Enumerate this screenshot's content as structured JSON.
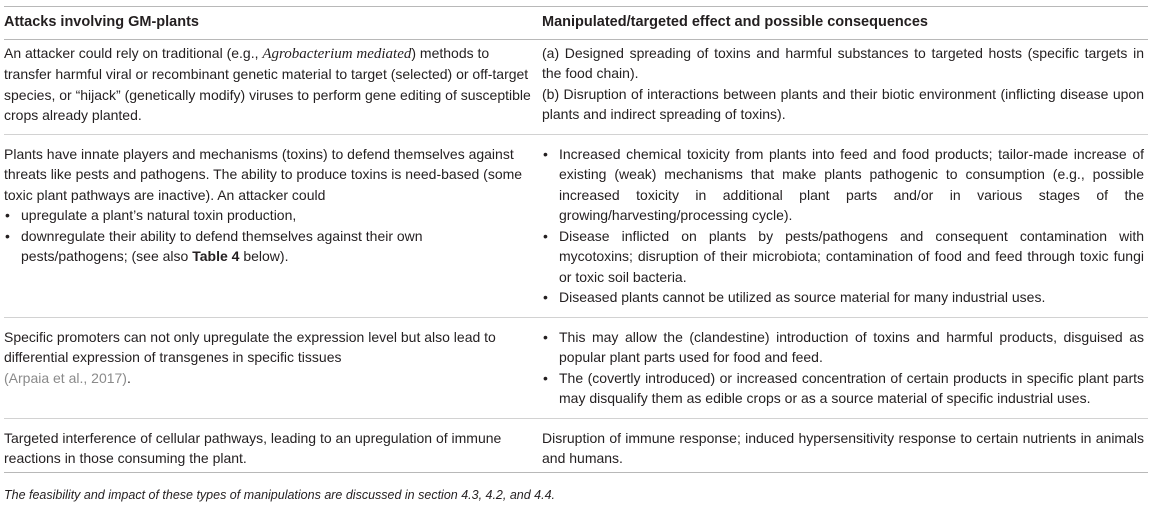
{
  "table": {
    "headers": {
      "attacks": "Attacks involving GM-plants",
      "effects": "Manipulated/targeted effect and possible consequences"
    },
    "rows": [
      {
        "attack": {
          "pre": "An attacker could rely on traditional (e.g., ",
          "latin": "Agrobacterium mediated",
          "post": ") methods to transfer harmful viral or recombinant genetic material to target (selected) or off-target species, or “hijack” (genetically modify) viruses to perform gene editing of susceptible crops already planted."
        },
        "effect_lines": [
          "(a) Designed spreading of toxins and harmful substances to targeted hosts (specific targets in the food chain).",
          "(b) Disruption of interactions between plants and their biotic environment (inflicting disease upon plants and indirect spreading of toxins)."
        ]
      },
      {
        "attack": {
          "intro": "Plants have innate players and mechanisms (toxins) to defend themselves against threats like pests and pathogens. The ability to produce toxins is need-based (some toxic plant pathways are inactive). An attacker could",
          "bullet1": "upregulate a plant’s natural toxin production,",
          "bullet2_pre": "downregulate their ability to defend themselves against their own pests/pathogens; (see also ",
          "bullet2_bold": "Table 4",
          "bullet2_post": " below)."
        },
        "effect_bullets": [
          "Increased chemical toxicity from plants into feed and food products; tailor-made increase of existing (weak) mechanisms that make plants pathogenic to consumption (e.g., possible increased toxicity in additional plant parts and/or in various stages of the growing/harvesting/processing cycle).",
          "Disease inflicted on plants by pests/pathogens and consequent contamination with mycotoxins; disruption of their microbiota; contamination of food and feed through toxic fungi or toxic soil bacteria.",
          "Diseased plants cannot be utilized as source material for many industrial uses."
        ]
      },
      {
        "attack": {
          "text": "Specific promoters can not only upregulate the expression level but also lead to differential expression of transgenes in specific tissues",
          "citation": "(Arpaia et al., 2017)",
          "end": "."
        },
        "effect_bullets": [
          "This may allow the (clandestine) introduction of toxins and harmful products, disguised as popular plant parts used for food and feed.",
          "The (covertly introduced) or increased concentration of certain products in specific plant parts may disqualify them as edible crops or as a source material of specific industrial uses."
        ]
      },
      {
        "attack": {
          "text": "Targeted interference of cellular pathways, leading to an upregulation of immune reactions in those consuming the plant."
        },
        "effect_text": "Disruption of immune response; induced hypersensitivity response to certain nutrients in animals and humans."
      }
    ],
    "footnote": "The feasibility and impact of these types of manipulations are discussed in section 4.3, 4.2, and 4.4."
  }
}
